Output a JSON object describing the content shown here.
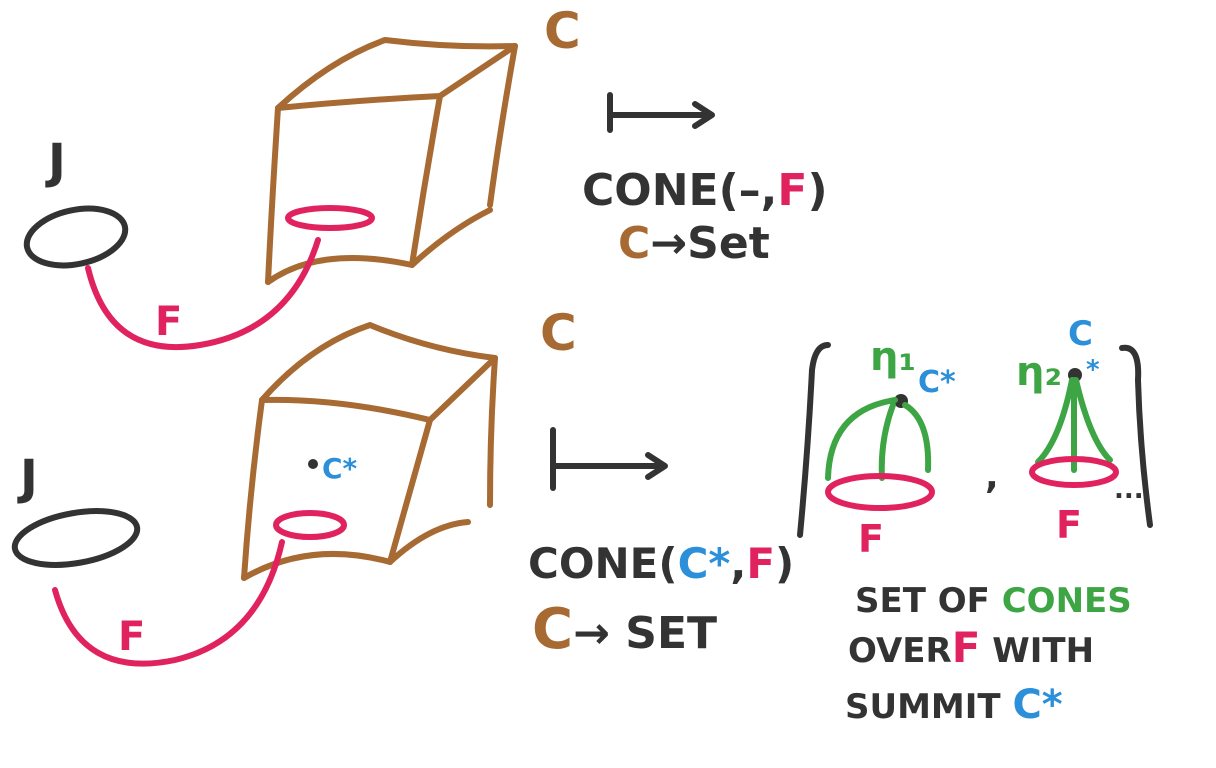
{
  "colors": {
    "ink": "#333333",
    "brown": "#a86a33",
    "pink": "#e0235f",
    "blue": "#2b8fd9",
    "green": "#3da544",
    "background": "#ffffff"
  },
  "top": {
    "category_c": "C",
    "category_j": "J",
    "functor_f": "F",
    "cone_prefix": "CONE(–,",
    "cone_f": "F",
    "cone_suffix": ")",
    "presheaf_c": "C",
    "presheaf_rest": "→Set"
  },
  "bottom": {
    "category_c": "C",
    "category_j": "J",
    "functor_f": "F",
    "object_cstar": "C*",
    "cone_prefix": "CONE(",
    "cone_cstar": "C*",
    "cone_comma": ",",
    "cone_f": "F",
    "cone_suffix": ")",
    "functor_c": "C",
    "functor_rest": "→ SET",
    "eta1": "η₁",
    "eta1_cstar": "C*",
    "eta2": "η₂",
    "eta2_c": "C",
    "cone1_f": "F",
    "cone2_f": "F",
    "separator": ",",
    "ellipsis": "...",
    "caption_line1_a": "SET OF",
    "caption_line1_b": "CONES",
    "caption_line2_a": "OVER",
    "caption_line2_b": "F",
    "caption_line2_c": "WITH",
    "caption_line3_a": "SUMMIT",
    "caption_line3_b": "C*"
  }
}
